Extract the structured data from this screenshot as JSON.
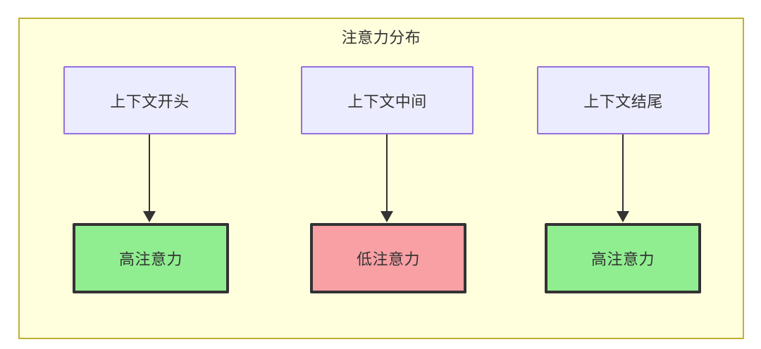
{
  "diagram": {
    "title": "注意力分布",
    "colors": {
      "container_fill": "#ffffde",
      "container_border": "#bfb02f",
      "context_fill": "#ececff",
      "context_border": "#9370db",
      "high_attention_fill": "#90ee90",
      "low_attention_fill": "#f8a0a4",
      "node_border_dark": "#333333",
      "edge": "#333333",
      "text": "#333333"
    },
    "context_nodes": [
      {
        "id": "ctx-start",
        "label": "上下文开头"
      },
      {
        "id": "ctx-middle",
        "label": "上下文中间"
      },
      {
        "id": "ctx-end",
        "label": "上下文结尾"
      }
    ],
    "attention_nodes": [
      {
        "id": "att-1",
        "label": "高注意力",
        "level": "high"
      },
      {
        "id": "att-2",
        "label": "低注意力",
        "level": "low"
      },
      {
        "id": "att-3",
        "label": "高注意力",
        "level": "high"
      }
    ],
    "edges": [
      {
        "from": "ctx-start",
        "to": "att-1",
        "label": ""
      },
      {
        "from": "ctx-middle",
        "to": "att-2",
        "label": ""
      },
      {
        "from": "ctx-end",
        "to": "att-3",
        "label": ""
      }
    ]
  }
}
